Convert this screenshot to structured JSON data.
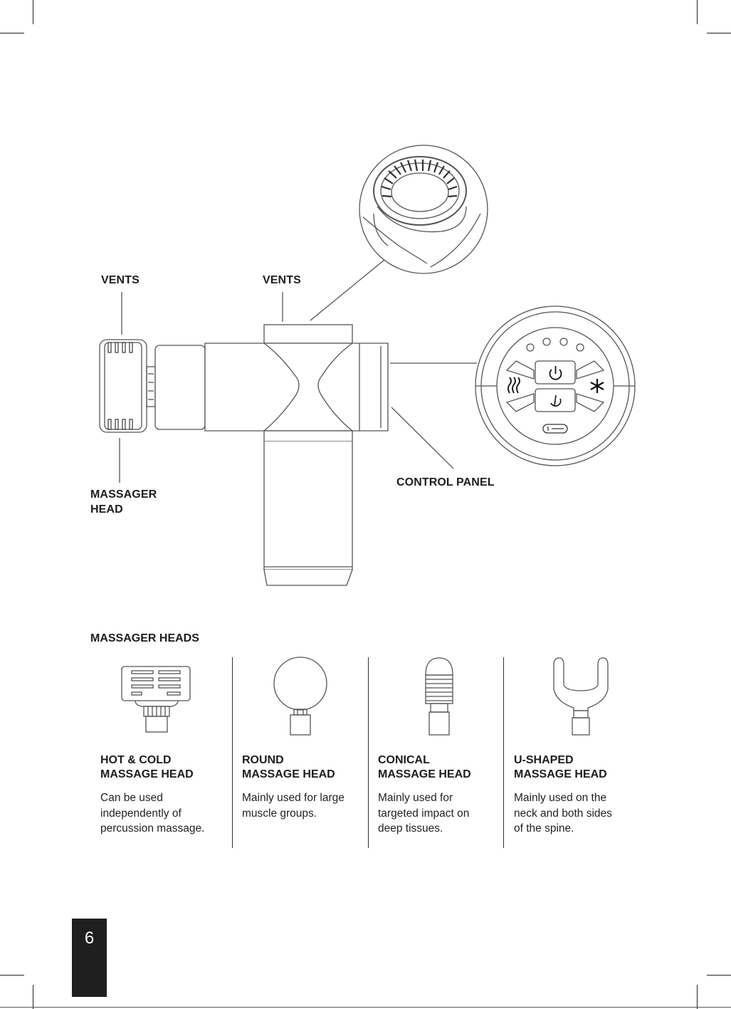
{
  "callouts": {
    "vents_left": "VENTS",
    "vents_top": "VENTS",
    "massager_head_line1": "MASSAGER",
    "massager_head_line2": "HEAD",
    "control_panel": "CONTROL PANEL"
  },
  "icons": {
    "power": "power-icon",
    "speed": "speed-cycle-icon",
    "heat": "heat-icon",
    "cold": "snowflake-icon",
    "usb": "usb-icon"
  },
  "massager_heads": {
    "title": "MASSAGER HEADS",
    "items": [
      {
        "title_line1": "HOT & COLD",
        "title_line2": "MASSAGE HEAD",
        "desc_line1": "Can be used",
        "desc_line2": "independently of",
        "desc_line3": "percussion massage."
      },
      {
        "title_line1": "ROUND",
        "title_line2": "MASSAGE HEAD",
        "desc_line1": "Mainly used for large",
        "desc_line2": "muscle groups.",
        "desc_line3": ""
      },
      {
        "title_line1": "CONICAL",
        "title_line2": "MASSAGE HEAD",
        "desc_line1": "Mainly used for",
        "desc_line2": "targeted impact on",
        "desc_line3": "deep tissues."
      },
      {
        "title_line1": "U-SHAPED",
        "title_line2": "MASSAGE HEAD",
        "desc_line1": "Mainly used on the",
        "desc_line2": "neck and both sides",
        "desc_line3": "of the spine."
      }
    ]
  },
  "page_number": "6"
}
